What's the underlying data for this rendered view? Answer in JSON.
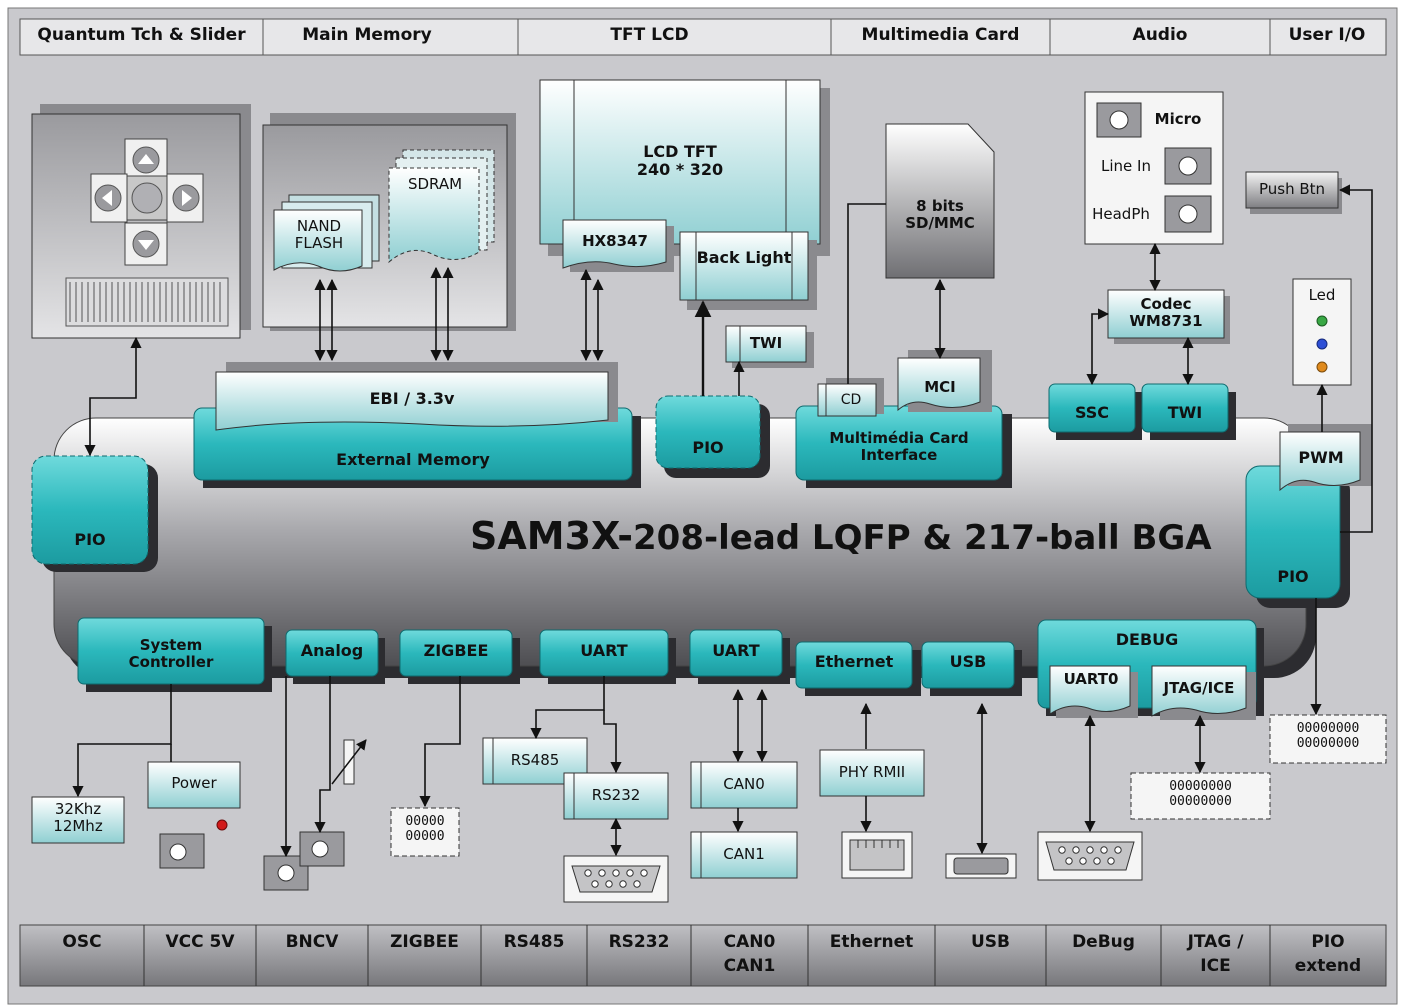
{
  "top_bar": [
    "Quantum Tch & Slider",
    "Main Memory",
    "TFT LCD",
    "Multimedia Card",
    "Audio",
    "User I/O"
  ],
  "bottom_bar": [
    {
      "text": "OSC"
    },
    {
      "text": "VCC 5V"
    },
    {
      "text": "BNCV"
    },
    {
      "text": "ZIGBEE"
    },
    {
      "text": "RS485"
    },
    {
      "text": "RS232"
    },
    {
      "text": "CAN0\nCAN1"
    },
    {
      "text": "Ethernet"
    },
    {
      "text": "USB"
    },
    {
      "text": "DeBug"
    },
    {
      "text": "JTAG /\nICE"
    },
    {
      "text": "PIO\nextend"
    }
  ],
  "chip": {
    "title_bold": "SAM3X-",
    "title_rest": "208-lead LQFP & 217-ball BGA"
  },
  "memory": {
    "nand": "NAND\nFLASH",
    "sdram": "SDRAM",
    "ebi": "EBI / 3.3v",
    "external_memory": "External Memory"
  },
  "lcd": {
    "tft": "LCD TFT\n240 * 320",
    "driver": "HX8347",
    "backlight": "Back Light",
    "twi": "TWI"
  },
  "mmc": {
    "card": "8 bits\nSD/MMC",
    "cd": "CD",
    "mci": "MCI",
    "interface": "Multimédia Card\nInterface"
  },
  "audio": {
    "micro": "Micro",
    "line_in": "Line In",
    "headph": "HeadPh",
    "codec": "Codec\nWM8731",
    "ssc": "SSC",
    "twi": "TWI"
  },
  "user_io": {
    "push_btn": "Push Btn",
    "led": "Led",
    "pwm": "PWM"
  },
  "pio_left": "PIO",
  "pio_mid": "PIO",
  "pio_right": "PIO",
  "peripherals": {
    "system_controller": "System\nController",
    "analog": "Analog",
    "zigbee": "ZIGBEE",
    "uart1": "UART",
    "uart2": "UART",
    "ethernet": "Ethernet",
    "usb": "USB",
    "debug": "DEBUG",
    "uart0": "UART0",
    "jtag": "JTAG/ICE"
  },
  "devices": {
    "osc": "32Khz\n12Mhz",
    "power": "Power",
    "rs485": "RS485",
    "rs232": "RS232",
    "can0": "CAN0",
    "can1": "CAN1",
    "phy": "PHY RMII",
    "zigbee_header": "00000\n00000",
    "jtag_header": "00000000\n00000000",
    "pio_header": "00000000\n00000000"
  },
  "colors": {
    "teal": "#2bb8bc",
    "teal_dark": "#1a8e93",
    "panel_bg": "#c9c9cd",
    "bar_bg": "#8e8e92",
    "led_green": "#39a845",
    "led_blue": "#2d4fd6",
    "led_orange": "#e08a1c",
    "led_red": "#d11a1a"
  }
}
